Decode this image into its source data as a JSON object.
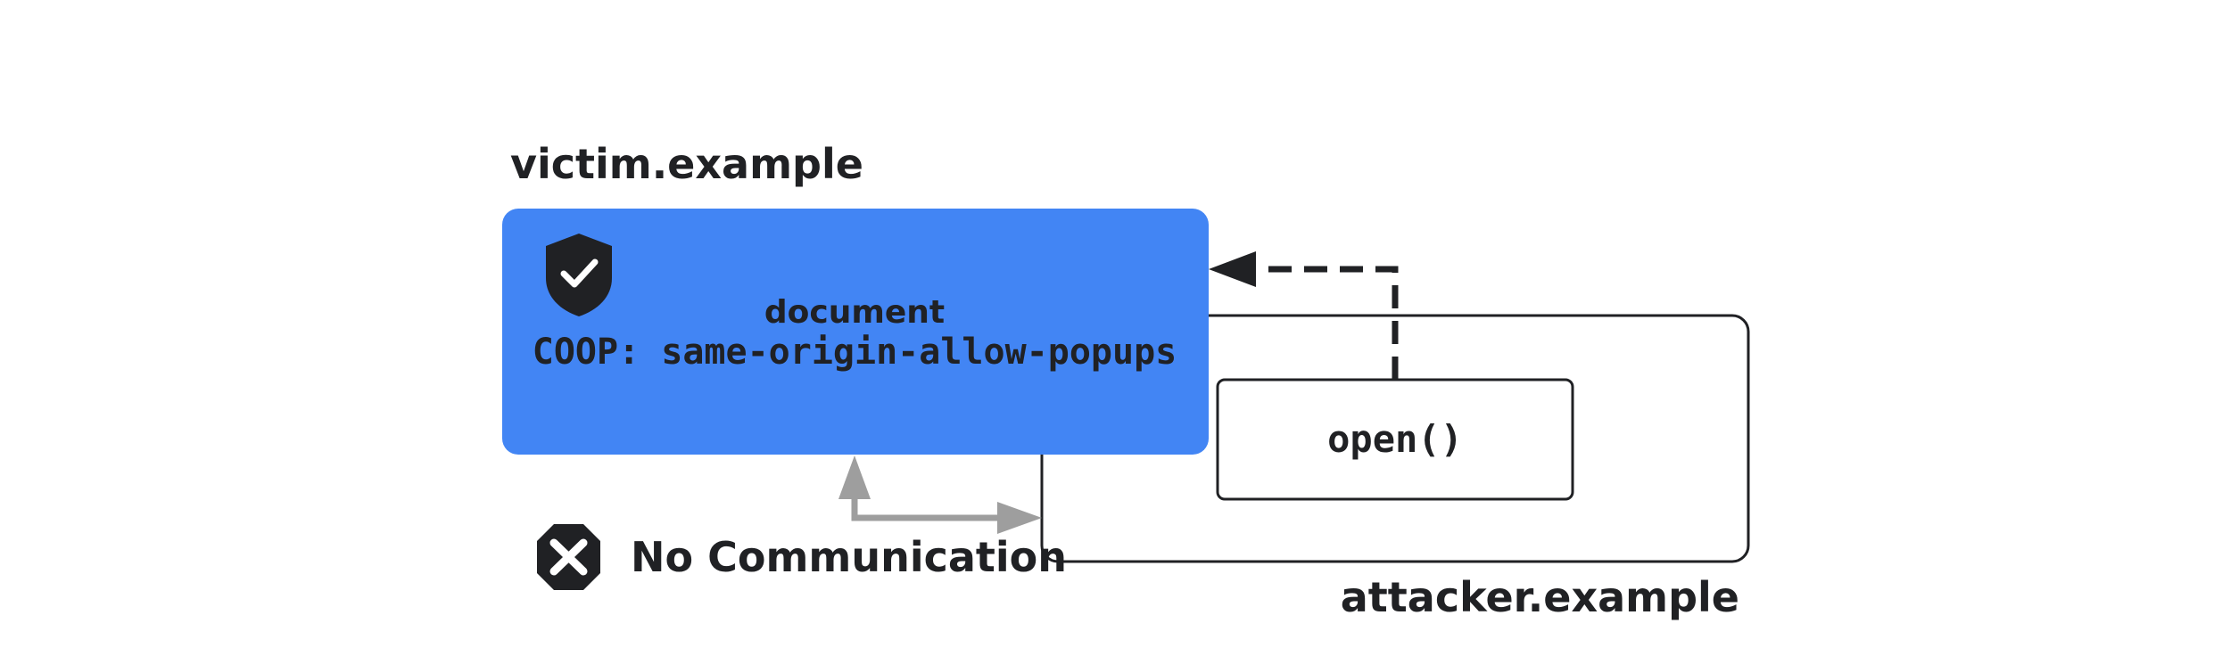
{
  "victim": {
    "origin": "victim.example",
    "document_label": "document",
    "coop_header": "COOP: same-origin-allow-popups"
  },
  "attacker": {
    "origin": "attacker.example",
    "call_label": "open()"
  },
  "status": {
    "text": "No Communication"
  },
  "colors": {
    "victim_fill": "#4285F4",
    "ink": "#202124",
    "gray_arrow": "#9E9E9E"
  },
  "icons": {
    "shield": "shield-check-icon",
    "blocked": "x-octagon-icon"
  }
}
